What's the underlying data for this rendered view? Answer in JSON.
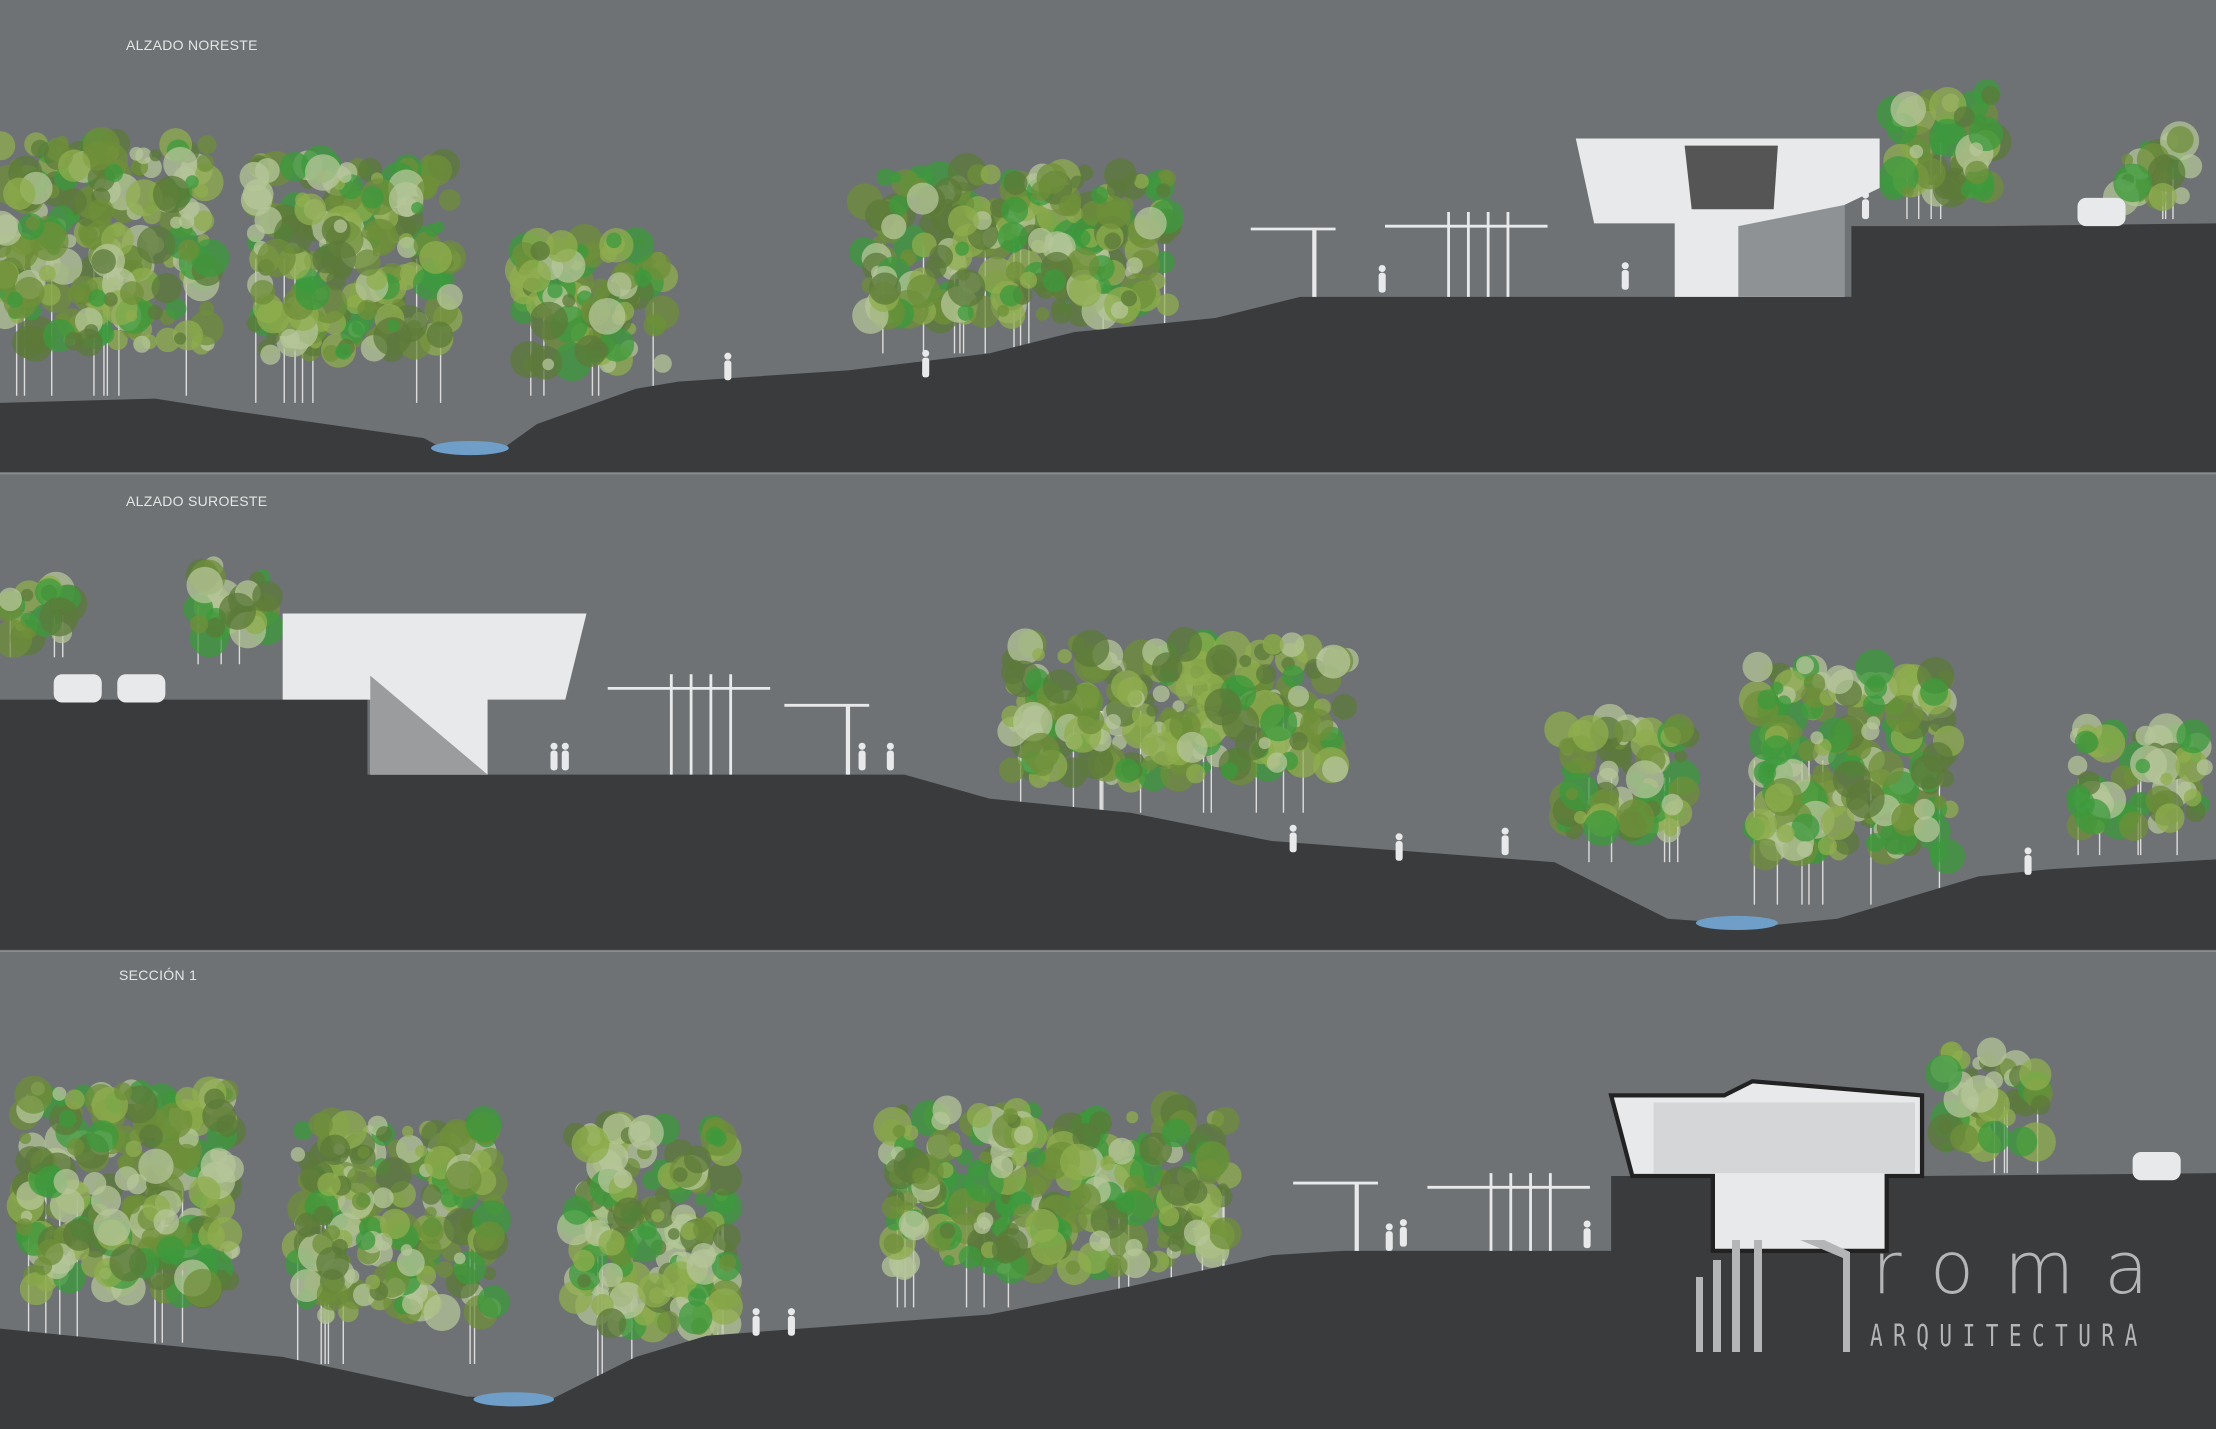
{
  "panels": [
    {
      "title": "ALZADO NORESTE"
    },
    {
      "title": "ALZADO SUROESTE"
    },
    {
      "title": "SECCIÓN 1"
    }
  ],
  "logo": {
    "word": "roma",
    "subtitle": "ARQUITECTURA"
  },
  "colors": {
    "sky": "#6e7274",
    "ground": "#3a3b3d",
    "water": "#6f9fc9",
    "building": "#e8e9ea",
    "tree_greens": [
      "#6f8f3a",
      "#8fae4e",
      "#3c9a3c",
      "#b6c59a",
      "#5c7a3a"
    ]
  }
}
